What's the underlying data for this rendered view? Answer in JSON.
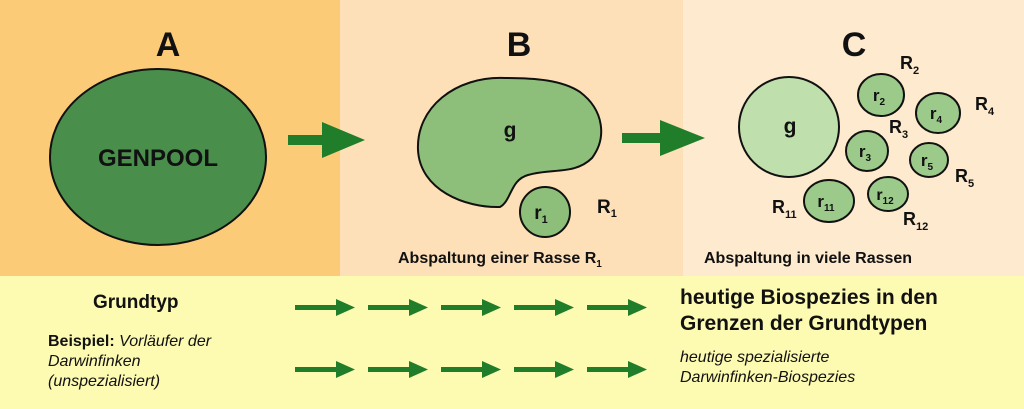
{
  "colors": {
    "panel_a": "#fccb77",
    "panel_b": "#fde0b8",
    "panel_c": "#feeacf",
    "bottom": "#fdfab2",
    "dark_green": "#4a8e4c",
    "mid_green": "#8dbf7b",
    "light_green": "#bfe0ac",
    "small_green": "#9cca8a",
    "arrow": "#207d2a",
    "stroke": "#111111"
  },
  "panels": {
    "a": {
      "label": "A",
      "genpool": "GENPOOL"
    },
    "b": {
      "label": "B",
      "g": "g",
      "r": "r",
      "r_sub": "1",
      "R": "R",
      "R_sub": "1",
      "caption_main": "Abspaltung einer Rasse R",
      "caption_sub": "1"
    },
    "c": {
      "label": "C",
      "g": "g",
      "circles": [
        {
          "r": "r",
          "sub": "2"
        },
        {
          "r": "r",
          "sub": "4"
        },
        {
          "r": "r",
          "sub": "3"
        },
        {
          "r": "r",
          "sub": "5"
        },
        {
          "r": "r",
          "sub": "12"
        },
        {
          "r": "r",
          "sub": "11"
        }
      ],
      "labels": [
        {
          "R": "R",
          "sub": "2"
        },
        {
          "R": "R",
          "sub": "4"
        },
        {
          "R": "R",
          "sub": "3"
        },
        {
          "R": "R",
          "sub": "5"
        },
        {
          "R": "R",
          "sub": "12"
        },
        {
          "R": "R",
          "sub": "11"
        }
      ],
      "caption": "Abspaltung in viele Rassen"
    }
  },
  "bottom": {
    "grundtyp": "Grundtyp",
    "beispiel_label": "Beispiel:",
    "beispiel_text1": "Vorläufer der",
    "beispiel_text2": "Darwinfinken",
    "beispiel_text3": "(unspezialisiert)",
    "right_title1": "heutige Biospezies in den",
    "right_title2": "Grenzen der Grundtypen",
    "right_sub1": "heutige spezialisierte",
    "right_sub2": "Darwinfinken-Biospezies"
  }
}
